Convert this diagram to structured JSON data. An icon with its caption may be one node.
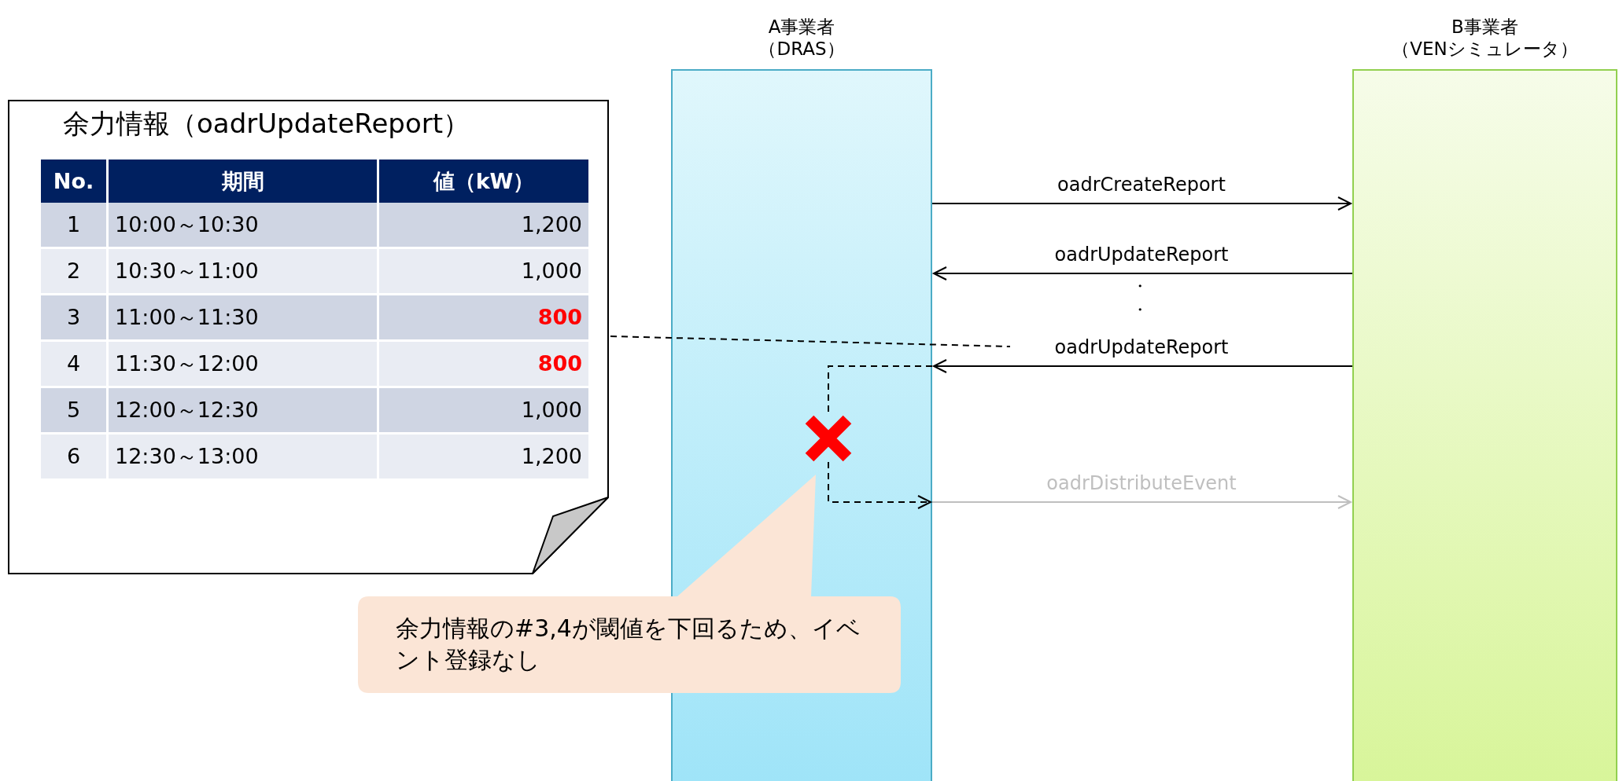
{
  "diagram": {
    "nodes": [
      {
        "text": [
          "A事業者",
          "（DRAS）"
        ]
      },
      {
        "text": [
          "B事業者",
          "（VENシミュレータ）"
        ]
      },
      {
        "text": [
          "余力情報（oadrUpdateReport）"
        ]
      },
      {
        "text": [
          "余力情報の#3,4が閾値を下回るため、イベント登録なし"
        ]
      },
      {
        "text": [],
        "shape": "cross",
        "in": 0
      }
    ],
    "edges": [
      {
        "from": 0,
        "to": 1,
        "arrow": "to",
        "label": "oadrCreateReport"
      },
      {
        "from": 1,
        "to": 0,
        "arrow": "to",
        "label": "oadrUpdateReport"
      },
      {
        "from": 1,
        "to": 0,
        "arrow": "to",
        "label": "oadrUpdateReport"
      },
      {
        "from": 0,
        "to": 1,
        "arrow": "to",
        "label": "oadrDistributeEvent",
        "color": "#bfbfbf"
      },
      {
        "from": 2,
        "to": null,
        "arrow": "none",
        "style": "dashed"
      },
      {
        "from": 0,
        "to": 4,
        "arrow": "none",
        "style": "dashed"
      },
      {
        "from": 4,
        "to": 0,
        "arrow": "to",
        "style": "dashed"
      }
    ],
    "labels": [
      "No.",
      "期間",
      "値（kW）",
      "1",
      "10:00～10:30",
      "1,200",
      "2",
      "10:30～11:00",
      "1,000",
      "3",
      "11:00～11:30",
      "800",
      "4",
      "11:30～12:00",
      "800",
      "5",
      "12:00～12:30",
      "1,000",
      "6",
      "12:30～13:00",
      "1,200",
      "・",
      "・"
    ]
  }
}
